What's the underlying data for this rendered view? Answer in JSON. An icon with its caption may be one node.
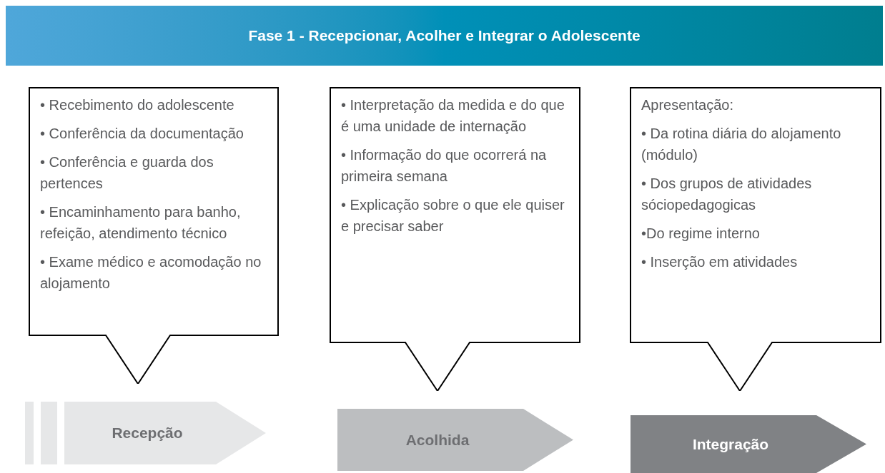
{
  "diagram": {
    "title": "Fase 1 - Recepcionar, Acolher e Integrar o Adolescente",
    "nodes": [
      {
        "text": [
          "• Recebimento do adolescente",
          "• Conferência da documentação",
          "• Conferência e guarda dos pertences",
          "• Encaminhamento para banho, refeição, atendimento técnico",
          "• Exame médico e acomodação no alojamento"
        ]
      },
      {
        "text": [
          "• Interpretação da medida e do que é uma unidade de internação",
          "• Informação do que ocorrerá na primeira semana",
          "• Explicação sobre o que ele quiser e precisar saber"
        ]
      },
      {
        "text": [
          "Apresentação:",
          "• Da rotina diária do alojamento (módulo)",
          "• Dos grupos de atividades sóciopedagogicas",
          "•Do regime interno",
          "• Inserção em atividades"
        ]
      },
      {
        "text": [
          "Recepção"
        ]
      },
      {
        "text": [
          "Acolhida"
        ]
      },
      {
        "text": [
          "Integração"
        ]
      }
    ]
  }
}
